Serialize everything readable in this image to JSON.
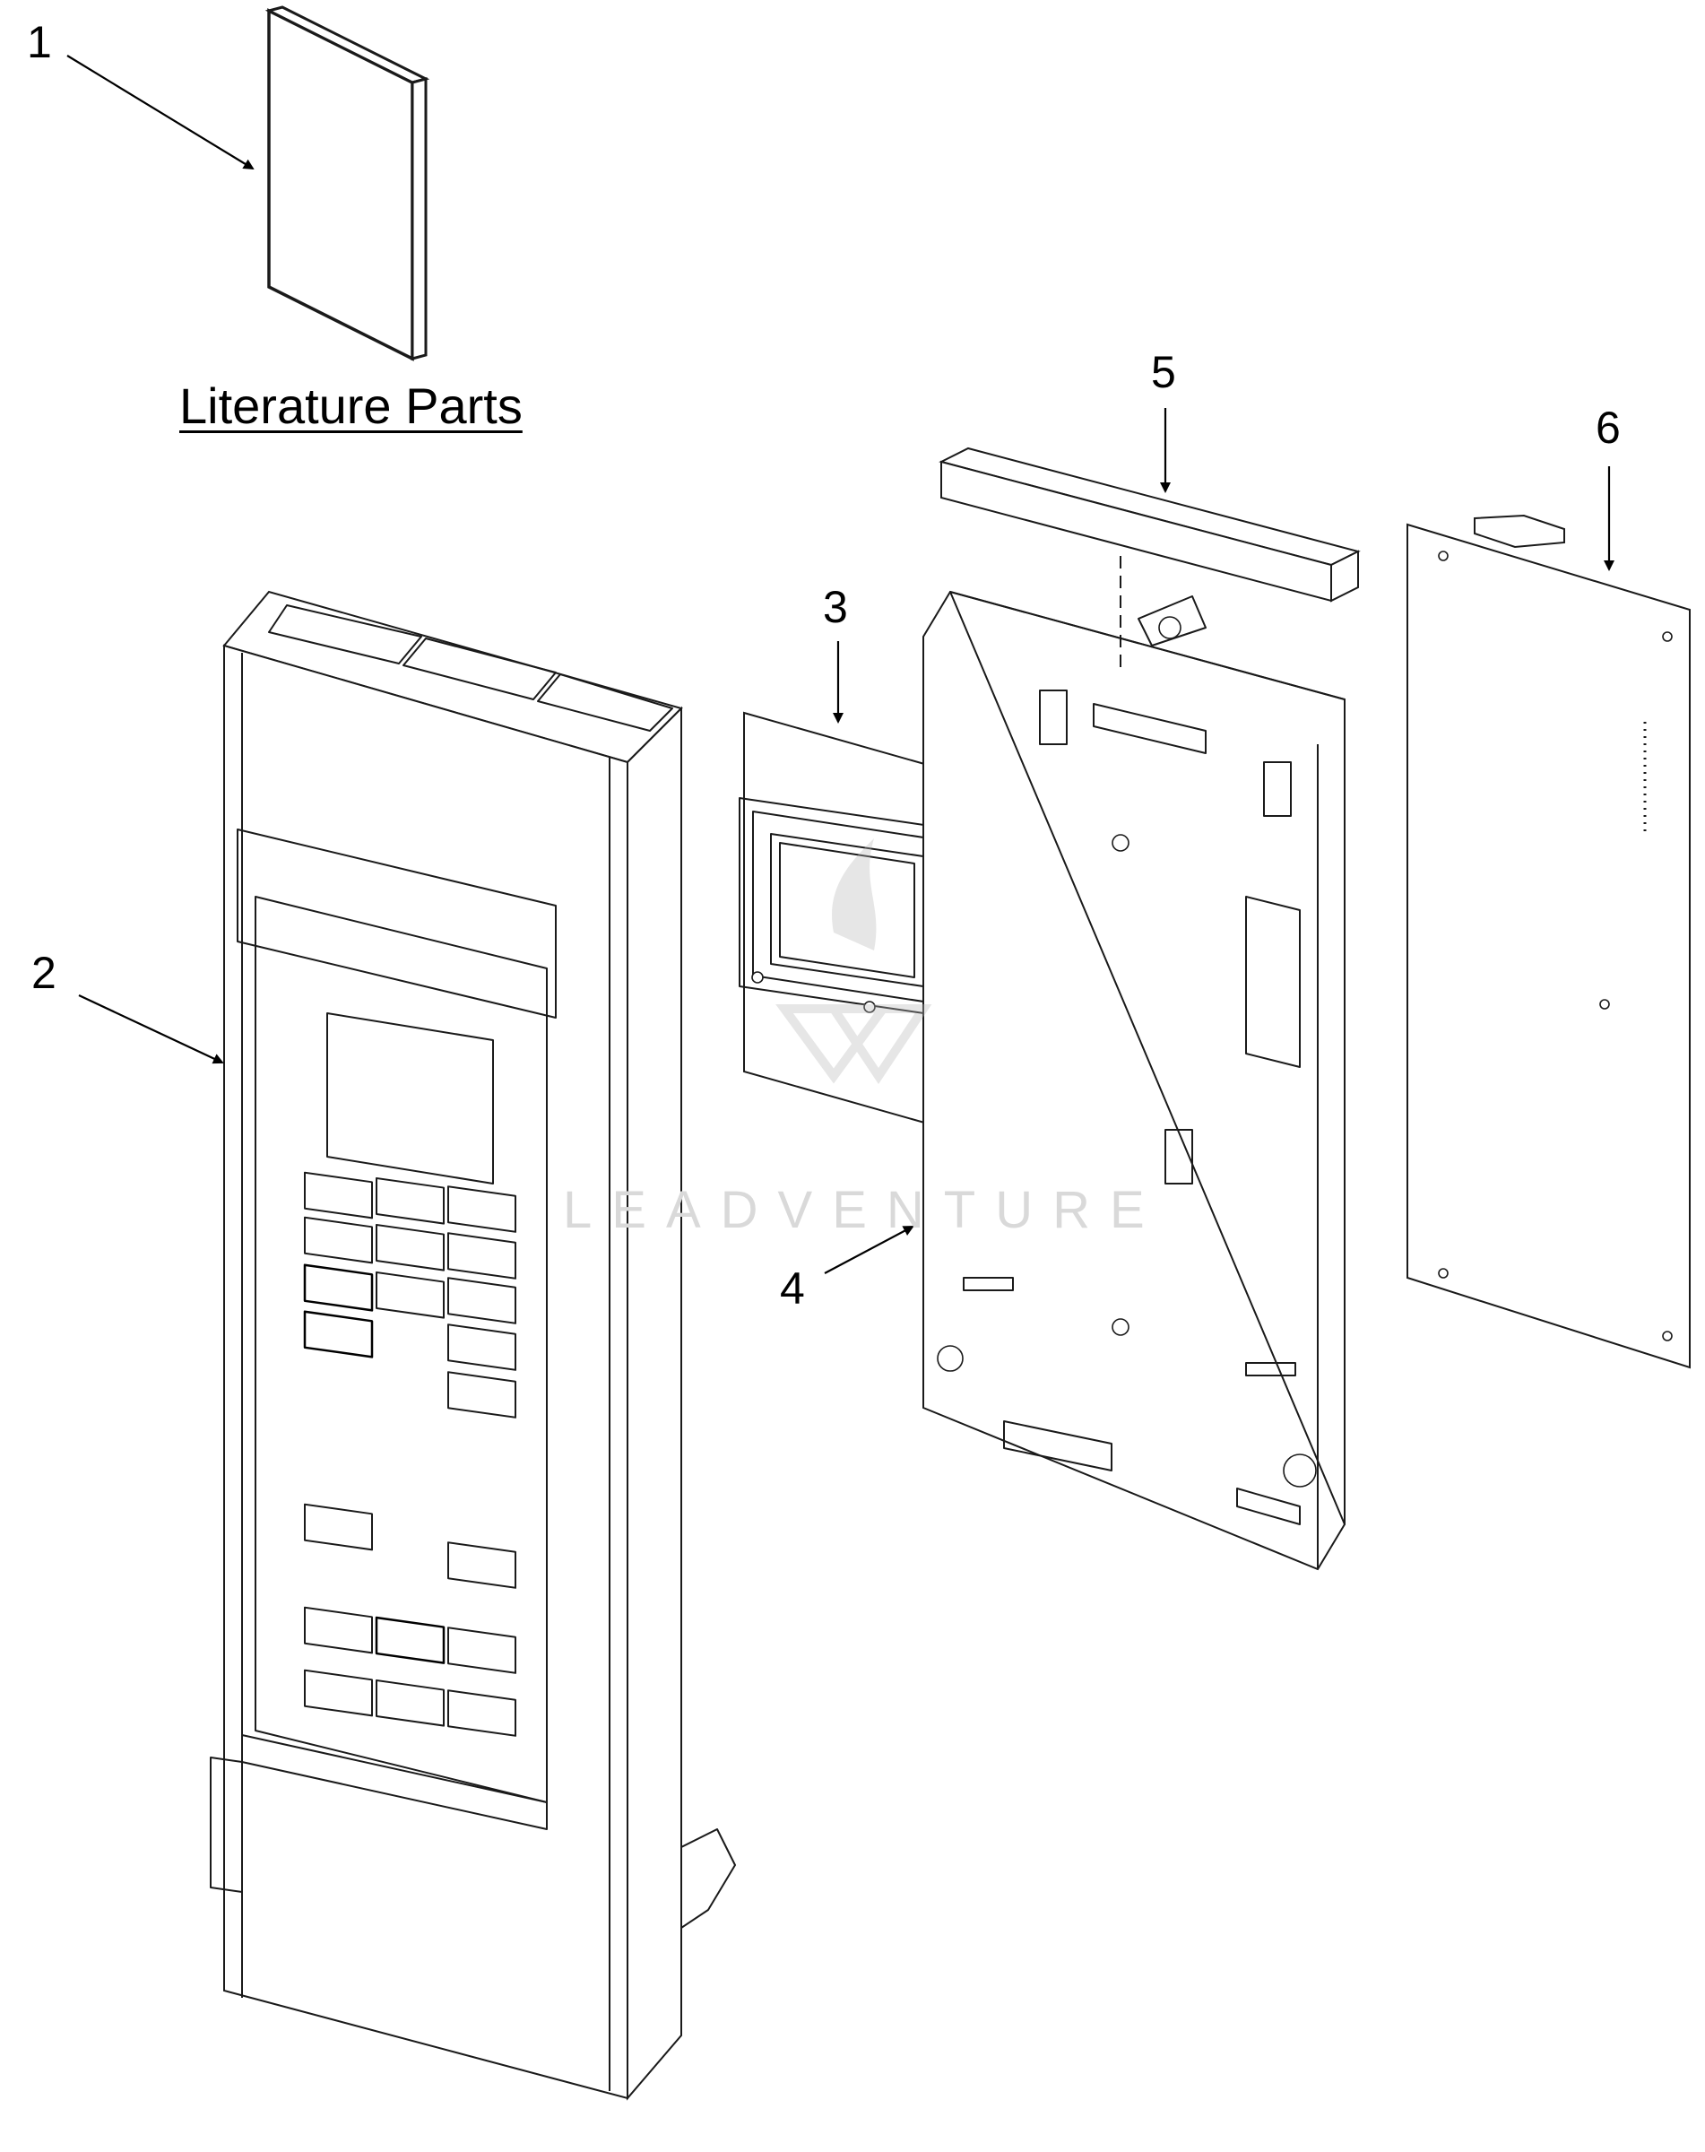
{
  "callouts": {
    "c1": "1",
    "c2": "2",
    "c3": "3",
    "c4": "4",
    "c5": "5",
    "c6": "6"
  },
  "literature_label": "Literature Parts",
  "watermark": {
    "text": "LEADVENTURE",
    "color": "#d9d9d9"
  },
  "colors": {
    "line": "#1a1a1a",
    "background": "#ffffff"
  }
}
